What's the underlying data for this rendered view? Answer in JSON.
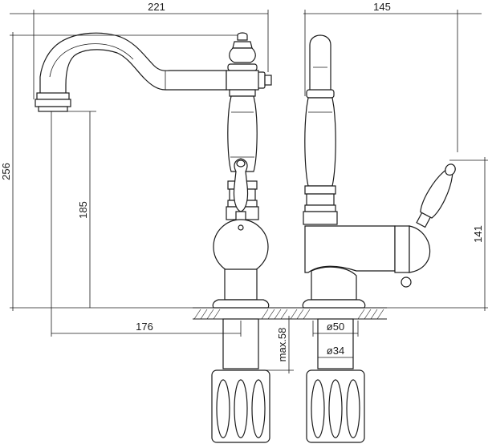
{
  "drawing": {
    "front_view": {
      "overall_width": "221",
      "overall_height": "256",
      "spout_height": "185",
      "spout_reach": "176",
      "max_deck_thickness": "max.58"
    },
    "side_view": {
      "overall_depth": "145",
      "lever_height": "141",
      "base_diameter": "ø50",
      "shank_diameter": "ø34"
    }
  }
}
